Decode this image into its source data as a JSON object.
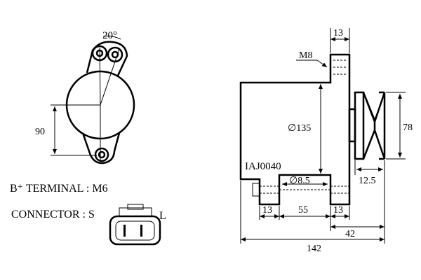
{
  "front_view": {
    "angle_label": "20°",
    "height_label": "90"
  },
  "side_view": {
    "model_code": "IAJ0040",
    "thread_label": "M8",
    "top_width_label": "13",
    "body_diameter_label": "∅135",
    "pulley_diameter_label": "78",
    "hole_diameter_label": "∅8.5",
    "pulley_width_label": "12.5",
    "dim_left_13": "13",
    "dim_55": "55",
    "dim_right_13": "13",
    "dim_42": "42",
    "dim_142": "142"
  },
  "specs": {
    "terminal_label": "B⁺ TERMINAL : M6",
    "connector_label": "CONNECTOR : S",
    "connector_l": "L"
  }
}
